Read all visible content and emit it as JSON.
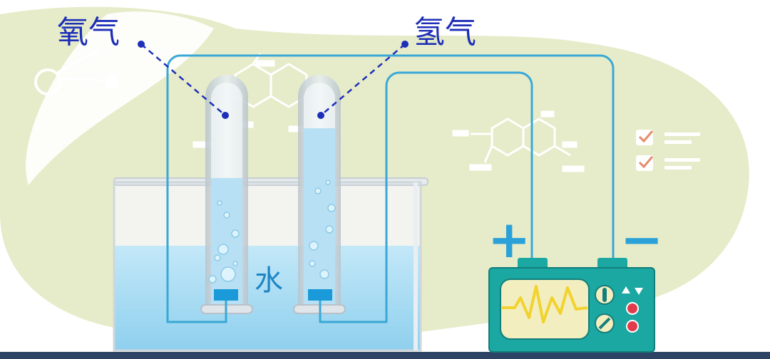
{
  "labels": {
    "oxygen": "氧气",
    "hydrogen": "氢气",
    "water": "水",
    "positive": "+",
    "negative": "−"
  },
  "colors": {
    "background_blob": "#e6ecc9",
    "wire": "#3aa8d6",
    "label_text": "#1e2fb8",
    "water": "#a6dcf3",
    "battery_body": "#1ba7a2",
    "battery_screen": "#f3eec0",
    "waveform": "#f2d22e",
    "indicator_red": "#e23b4b"
  },
  "icons": [
    "checkbox-checked-icon",
    "play-arrow-icon",
    "power-icon",
    "knob-icon"
  ]
}
